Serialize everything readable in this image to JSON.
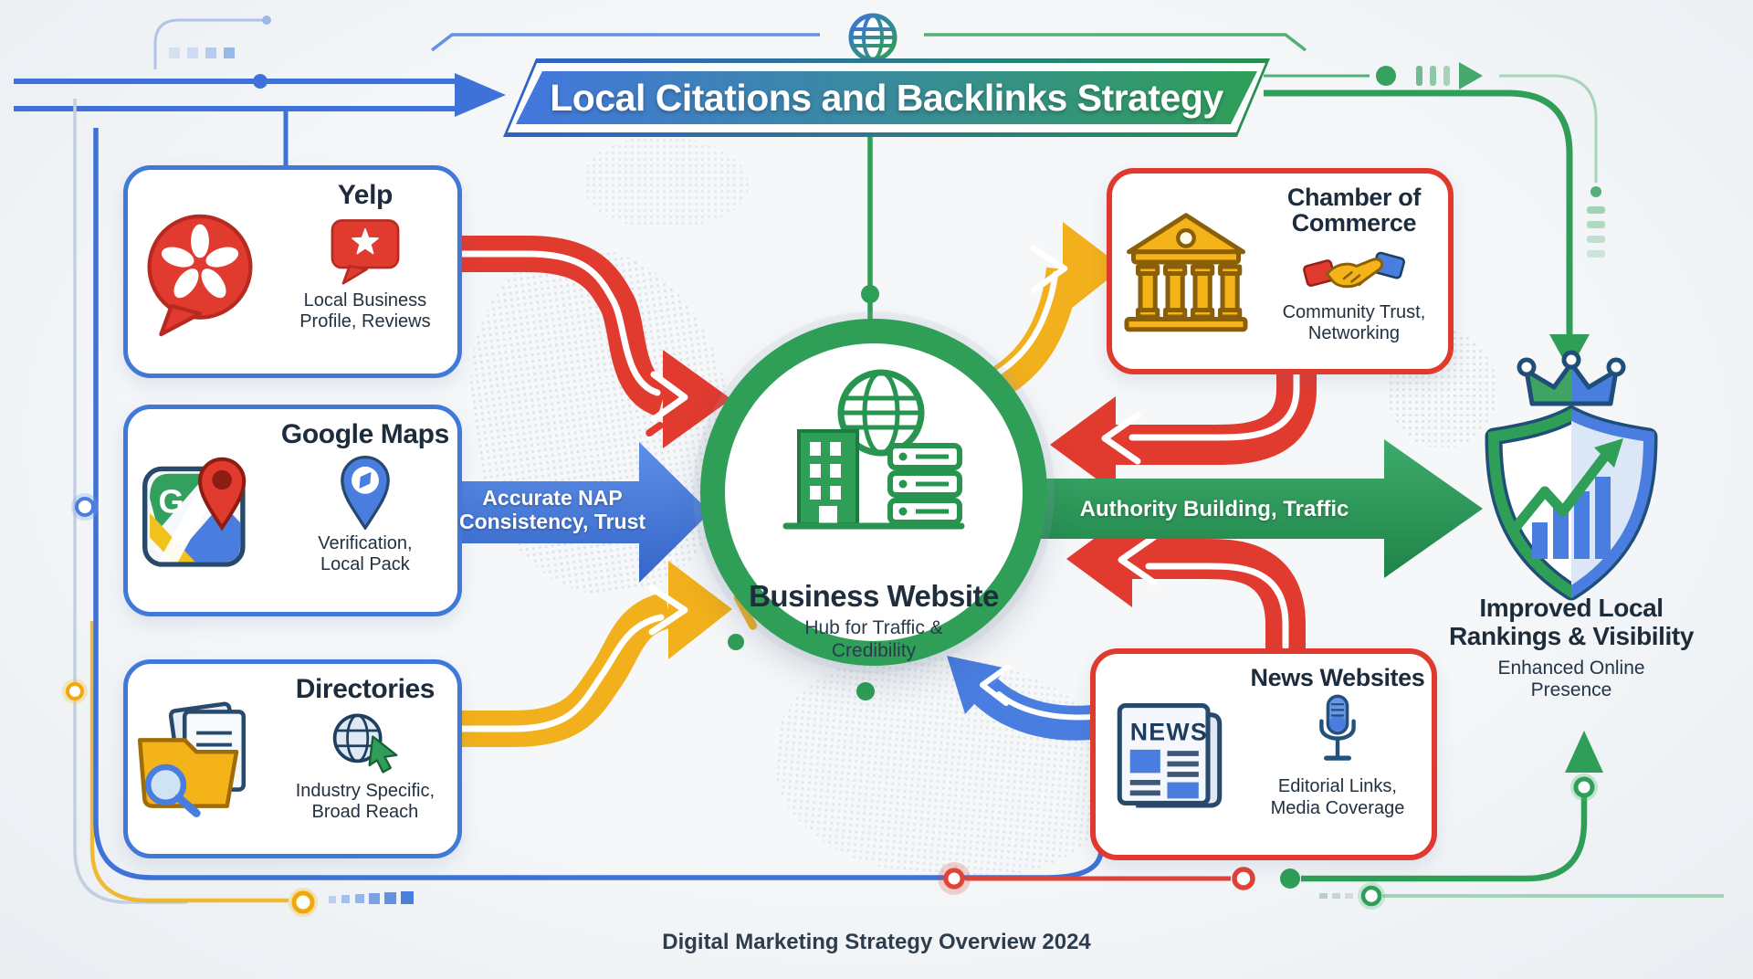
{
  "banner": {
    "title": "Local Citations and Backlinks Strategy"
  },
  "hub": {
    "title": "Business Website",
    "caption1": "Hub for Traffic &",
    "caption2": "Credibility"
  },
  "boxes": {
    "yelp": {
      "title": "Yelp",
      "caption1": "Local Business",
      "caption2": "Profile, Reviews"
    },
    "maps": {
      "title": "Google Maps",
      "caption1": "Verification,",
      "caption2": "Local Pack"
    },
    "directories": {
      "title": "Directories",
      "caption1": "Industry Specific,",
      "caption2": "Broad Reach"
    },
    "chamber": {
      "title1": "Chamber of",
      "title2": "Commerce",
      "caption1": "Community Trust,",
      "caption2": "Networking"
    },
    "news": {
      "title": "News Websites",
      "icon_label": "NEWS",
      "caption1": "Editorial Links,",
      "caption2": "Media Coverage"
    }
  },
  "labels": {
    "nap1": "Accurate NAP",
    "nap2": "Consistency, Trust",
    "authority": "Authority Building, Traffic"
  },
  "outcome": {
    "title1": "Improved Local",
    "title2": "Rankings & Visibility",
    "caption1": "Enhanced Online",
    "caption2": "Presence"
  },
  "footer": "Digital Marketing Strategy Overview 2024",
  "maps_icon_letter": "G",
  "icons": {
    "banner_top": "globe-icon",
    "yelp": [
      "yelp-burst-bubble-icon",
      "review-star-bubble-icon"
    ],
    "maps": [
      "google-maps-icon",
      "compass-pin-icon"
    ],
    "directories": [
      "folder-documents-magnifier-icon",
      "globe-cursor-icon"
    ],
    "hub": "building-globe-server-icon",
    "chamber": [
      "bank-icon",
      "handshake-icon"
    ],
    "news": [
      "newspaper-icon",
      "microphone-icon"
    ],
    "outcome": "crowned-shield-growth-icon"
  },
  "colors": {
    "blue": "#4179d9",
    "green": "#2f9e57",
    "red": "#e13b30",
    "yellow": "#f2b01c",
    "navy": "#20303f",
    "background": "#eef1f5"
  }
}
